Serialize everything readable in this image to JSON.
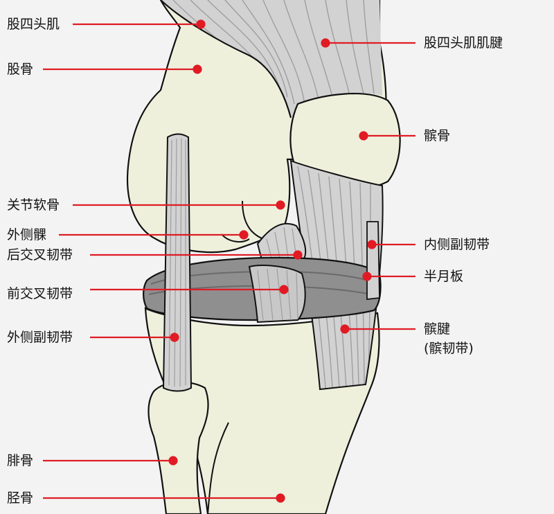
{
  "colors": {
    "background": "#f3f3f3",
    "bone": "#eef0dc",
    "tendon": "#d2d2d2",
    "tendon_dark": "#9e9e9e",
    "meniscus": "#8f8f8f",
    "outline": "#111111",
    "pointer": "#e01b24"
  },
  "labels": {
    "quadriceps": "股四头肌",
    "femur": "股骨",
    "articular_cartilage": "关节软骨",
    "lateral_condyle": "外侧髁",
    "pcl": "后交叉韧带",
    "acl": "前交叉韧带",
    "lcl": "外侧副韧带",
    "fibula": "腓骨",
    "tibia": "胫骨",
    "quadriceps_tendon": "股四头肌肌腱",
    "patella": "髌骨",
    "mcl": "内侧副韧带",
    "meniscus": "半月板",
    "patellar_tendon": "髌腱",
    "patellar_ligament": "(髌韧带)"
  }
}
